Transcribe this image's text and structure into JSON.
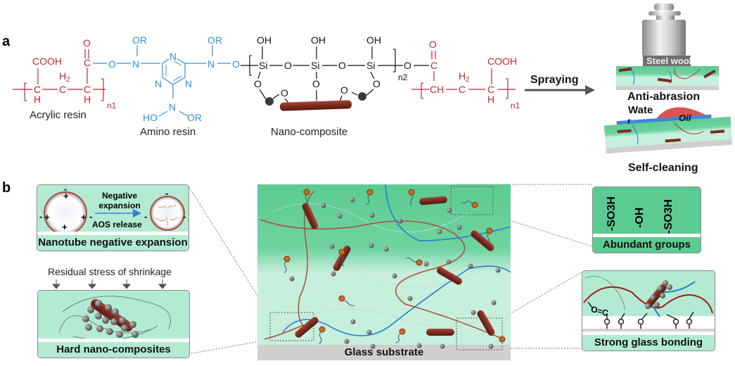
{
  "panel_a": {
    "letter": "a",
    "acrylic": {
      "cooh": "COOH",
      "o": "O",
      "c": "C",
      "ch": "C",
      "h": "H",
      "h2": "H",
      "sub2": "2",
      "n1": "n1",
      "label": "Acrylic resin"
    },
    "amino": {
      "or": "OR",
      "o": "O",
      "n": "N",
      "ho": "HO",
      "label": "Amino resin"
    },
    "silica": {
      "oh": "OH",
      "si": "Si",
      "o": "O",
      "n2": "n2",
      "label": "Nano-composite"
    },
    "right_acrylic": {
      "cooh": "COOH",
      "o": "O",
      "c": "C",
      "ch": "CH",
      "h2": "H",
      "sub2": "2",
      "h": "H",
      "n1": "n1"
    },
    "arrow_label": "Spraying",
    "steel_wool": "Steel wool",
    "anti_abrasion": "Anti-abrasion",
    "water": "Wate",
    "water_r": "r",
    "oil": "Oil",
    "self_cleaning": "Self-cleaning"
  },
  "panel_b": {
    "letter": "b",
    "nanotube_card": {
      "title": "Nanotube negative expansion",
      "arrow_top": "Negative",
      "arrow_mid": "expansion",
      "arrow_bottom": "AOS release",
      "plus": "+",
      "minus": "-"
    },
    "residual_stress": "Residual stress of shrinkage",
    "hard_card": {
      "title": "Hard nano-composites"
    },
    "center": {
      "substrate": "Glass substrate"
    },
    "groups_card": {
      "title": "Abundant groups",
      "groups": [
        "-SO3H",
        "-OH",
        "-SO3H"
      ]
    },
    "bond_card": {
      "title": "Strong glass bonding",
      "oc": "O=C"
    }
  },
  "colors": {
    "acrylic_red": "#c0282d",
    "amino_blue": "#2f8fe0",
    "mint": "#b2ebd2",
    "green": "#5ccb92",
    "substrate_gray": "#cfcfcf",
    "nanotube_brown": "#8b3a2a"
  }
}
